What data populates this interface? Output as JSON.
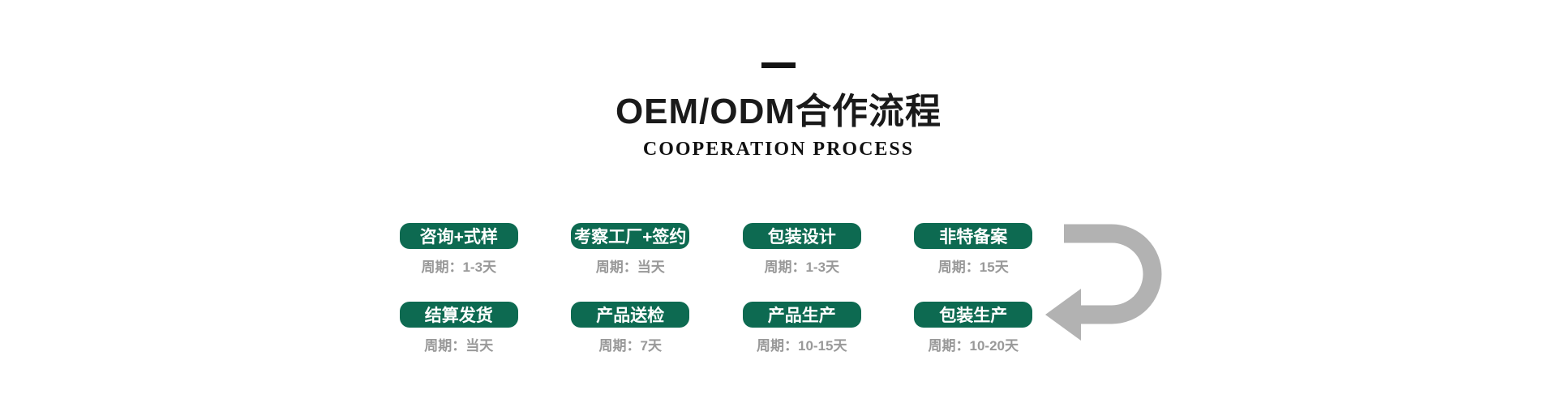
{
  "section": {
    "title": "OEM/ODM合作流程",
    "subtitle": "COOPERATION PROCESS"
  },
  "steps": [
    {
      "label": "咨询+式样",
      "period": "周期：1-3天"
    },
    {
      "label": "考察工厂+签约",
      "period": "周期：当天"
    },
    {
      "label": "包装设计",
      "period": "周期：1-3天"
    },
    {
      "label": "非特备案",
      "period": "周期：15天"
    },
    {
      "label": "结算发货",
      "period": "周期：当天"
    },
    {
      "label": "产品送检",
      "period": "周期：7天"
    },
    {
      "label": "产品生产",
      "period": "周期：10-15天"
    },
    {
      "label": "包装生产",
      "period": "周期：10-20天"
    }
  ],
  "icons": {
    "flow_arrow": "u-turn-left-arrow"
  },
  "colors": {
    "pill_green": "#0d6a51",
    "period_gray": "#999999",
    "arrow_gray": "#b2b2b2",
    "heading_black": "#1a1a1a"
  }
}
